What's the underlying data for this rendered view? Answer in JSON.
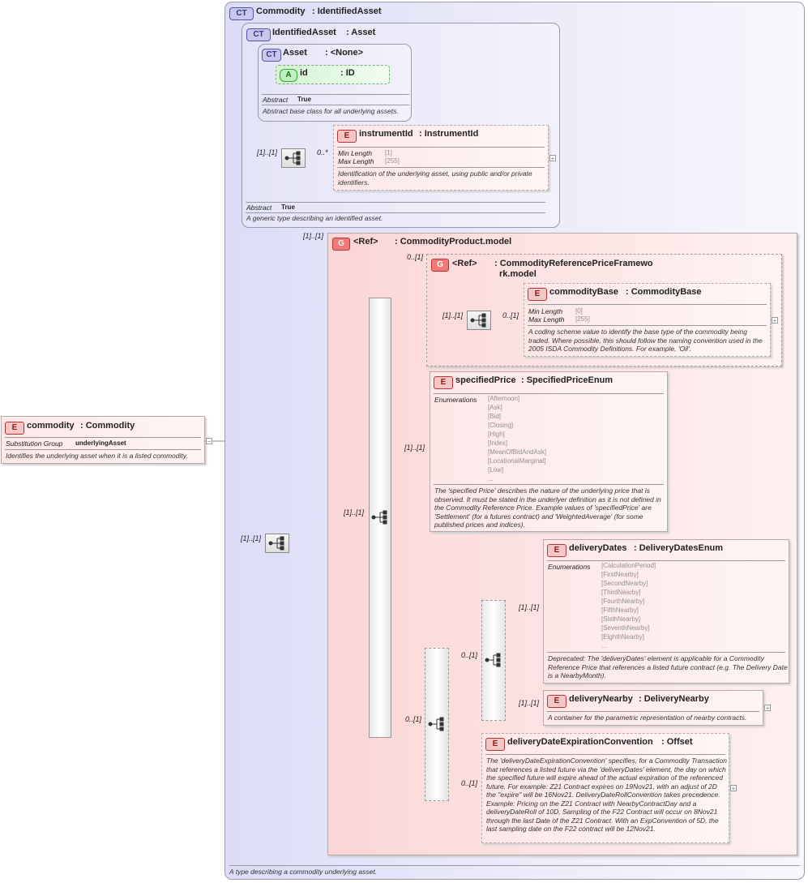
{
  "root": {
    "badge": "CT",
    "name": "Commodity",
    "type": ": IdentifiedAsset",
    "description": "A type describing a commodity underlying asset."
  },
  "identified_asset": {
    "badge": "CT",
    "name": "IdentifiedAsset",
    "type": ": Asset",
    "abstract_label": "Abstract",
    "abstract_value": "True",
    "description": "A generic type describing an identified asset."
  },
  "asset": {
    "badge": "CT",
    "name": "Asset",
    "type": ": <None>",
    "abstract_label": "Abstract",
    "abstract_value": "True",
    "description": "Abstract base class for all underlying assets.",
    "attribute": {
      "badge": "A",
      "name": "id",
      "type": ": ID"
    }
  },
  "instrument_id": {
    "badge": "E",
    "name": "instrumentId",
    "type": ": InstrumentId",
    "min_length_label": "Min Length",
    "min_length": "[1]",
    "max_length_label": "Max Length",
    "max_length": "[255]",
    "description": "Identification of the underlying asset, using public and/or private identifiers.",
    "seq_mult": "[1]..[1]",
    "mult": "0..*"
  },
  "commodity_element": {
    "badge": "E",
    "name": "commodity",
    "type": ": Commodity",
    "subst_label": "Substitution Group",
    "subst_value": "underlyingAsset",
    "description": "Identifies the underlying asset when it is a listed commodity."
  },
  "commodity_product": {
    "badge": "G",
    "name": "<Ref>",
    "type": ": CommodityProduct.model",
    "mult": "[1]..[1]",
    "seq_mult": "[1]..[1]"
  },
  "ref_price_framework": {
    "badge": "G",
    "name": "<Ref>",
    "type": ": CommodityReferencePriceFramewo",
    "type2": "rk.model",
    "mult": "0..[1]",
    "seq_mult": "[1]..[1]"
  },
  "commodity_base": {
    "badge": "E",
    "name": "commodityBase",
    "type": ": CommodityBase",
    "mult": "0..[1]",
    "min_length_label": "Min Length",
    "min_length": "[0]",
    "max_length_label": "Max Length",
    "max_length": "[255]",
    "description": "A coding scheme value to identify the base type of the commodity being traded. Where possible, this should follow the naming convention used in the 2005 ISDA Commodity Definitions. For example, 'Oil'."
  },
  "specified_price": {
    "badge": "E",
    "name": "specifiedPrice",
    "type": ": SpecifiedPriceEnum",
    "mult": "[1]..[1]",
    "enum_label": "Enumerations",
    "enums": [
      "[Afternoon]",
      "[Ask]",
      "[Bid]",
      "[Closing]",
      "[High]",
      "[Index]",
      "[MeanOfBidAndAsk]",
      "[LocationalMarginal]",
      "[Low]",
      "..."
    ],
    "description": "The 'specified Price' describes the nature of the underlying price that is observed. It must be stated in the underlyer definition as it is not defined in the Commodity Reference Price. Example values of 'specifiedPrice' are 'Settlement' (for a futures contract) and 'WeightedAverage' (for some published prices and indices)."
  },
  "main_seq": {
    "mult": "[1]..[1]"
  },
  "choice": {
    "mult": "0..[1]"
  },
  "inner_choice": {
    "mult": "0..[1]"
  },
  "delivery_dates": {
    "badge": "E",
    "name": "deliveryDates",
    "type": ": DeliveryDatesEnum",
    "mult": "[1]..[1]",
    "enum_label": "Enumerations",
    "enums": [
      "[CalculationPeriod]",
      "[FirstNearby]",
      "[SecondNearby]",
      "[ThirdNearby]",
      "[FourthNearby]",
      "[FifthNearby]",
      "[SixthNearby]",
      "[SeventhNearby]",
      "[EighthNearby]",
      "..."
    ],
    "description": "Deprecated: The 'deliveryDates' element is applicable for a Commodity Reference Price that references a listed future contract (e.g. The Delivery Date is a NearbyMonth)."
  },
  "delivery_nearby": {
    "badge": "E",
    "name": "deliveryNearby",
    "type": ": DeliveryNearby",
    "mult": "[1]..[1]",
    "description": "A container for the parametric representation of nearby contracts."
  },
  "delivery_expiration": {
    "badge": "E",
    "name": "deliveryDateExpirationConvention",
    "type": ": Offset",
    "mult": "0..[1]",
    "description": "The 'deliveryDateExpirationConvention' specifies, for a Commodity Transaction that references a listed future via the 'deliveryDates' element, the day on which the specified future will expire ahead of the actual expiration of the referenced future. For example: Z21 Contract expires on 19Nov21, with an adjust of 2D the \"expire\" will be 16Nov21. DeliveryDateRollConvention takes precedence. Example: Pricing on the Z21 Contract with NearbyContractDay and a deliveryDateRoll of 10D, Sampling of the F22 Contract will occur on 8Nov21 through the last Date of the Z21 Contract. With an ExpConvention of 5D, the last sampling date on the F22 contract will be 12Nov21."
  },
  "icons": {
    "plus": "+",
    "minus": "−"
  }
}
